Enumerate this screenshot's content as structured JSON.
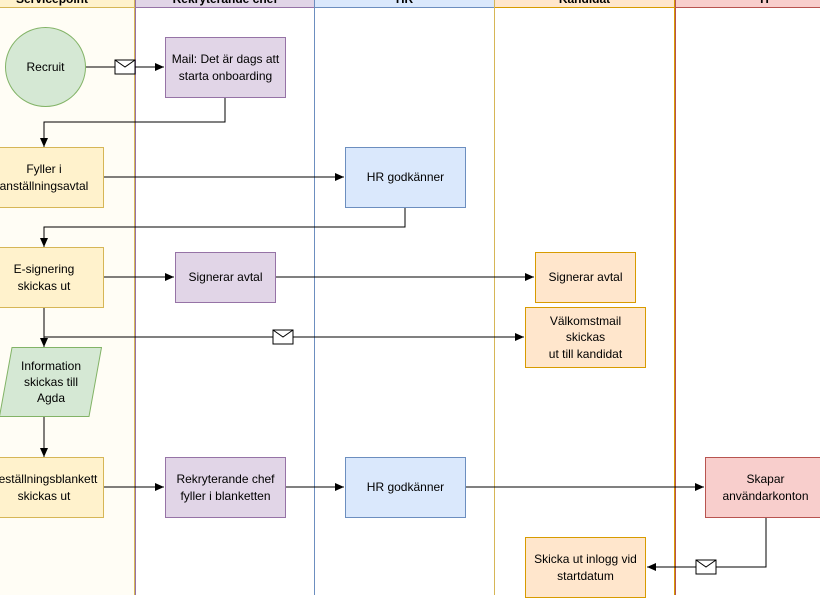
{
  "colors": {
    "yellow_fill": "#fff2cc",
    "yellow_stroke": "#d6b656",
    "purple_fill": "#e1d5e7",
    "purple_stroke": "#9673a6",
    "blue_fill": "#dae8fc",
    "blue_stroke": "#6c8ebf",
    "orange_fill": "#ffe6cc",
    "orange_stroke": "#d79b00",
    "red_fill": "#f8cecc",
    "red_stroke": "#b85450",
    "green_fill": "#d5e8d4",
    "green_stroke": "#82b366"
  },
  "lanes": [
    {
      "label": "Servicepoint"
    },
    {
      "label": "Rekryterande chef"
    },
    {
      "label": "HR"
    },
    {
      "label": "Kandidat"
    },
    {
      "label": "IT"
    }
  ],
  "nodes": {
    "recruit": "Recruit",
    "mail_onboarding": "Mail: Det är dags att\nstarta onboarding",
    "fyller_avtal": "Fyller i\nanställningsavtal",
    "hr_godkanner_1": "HR godkänner",
    "e_signering": "E-signering\nskickas ut",
    "signerar_chef": "Signerar avtal",
    "signerar_kandidat": "Signerar avtal",
    "valkomstmail": "Välkomstmail skickas\nut till kandidat",
    "information_agda": "Information\nskickas till\nAgda",
    "bestallning": "Beställningsblankett\nskickas ut",
    "chef_blankett": "Rekryterande chef\nfyller i blanketten",
    "hr_godkanner_2": "HR godkänner",
    "skapar_konton": "Skapar\nanvändarkonton",
    "skicka_inlogg": "Skicka ut inlogg vid\nstartdatum"
  }
}
